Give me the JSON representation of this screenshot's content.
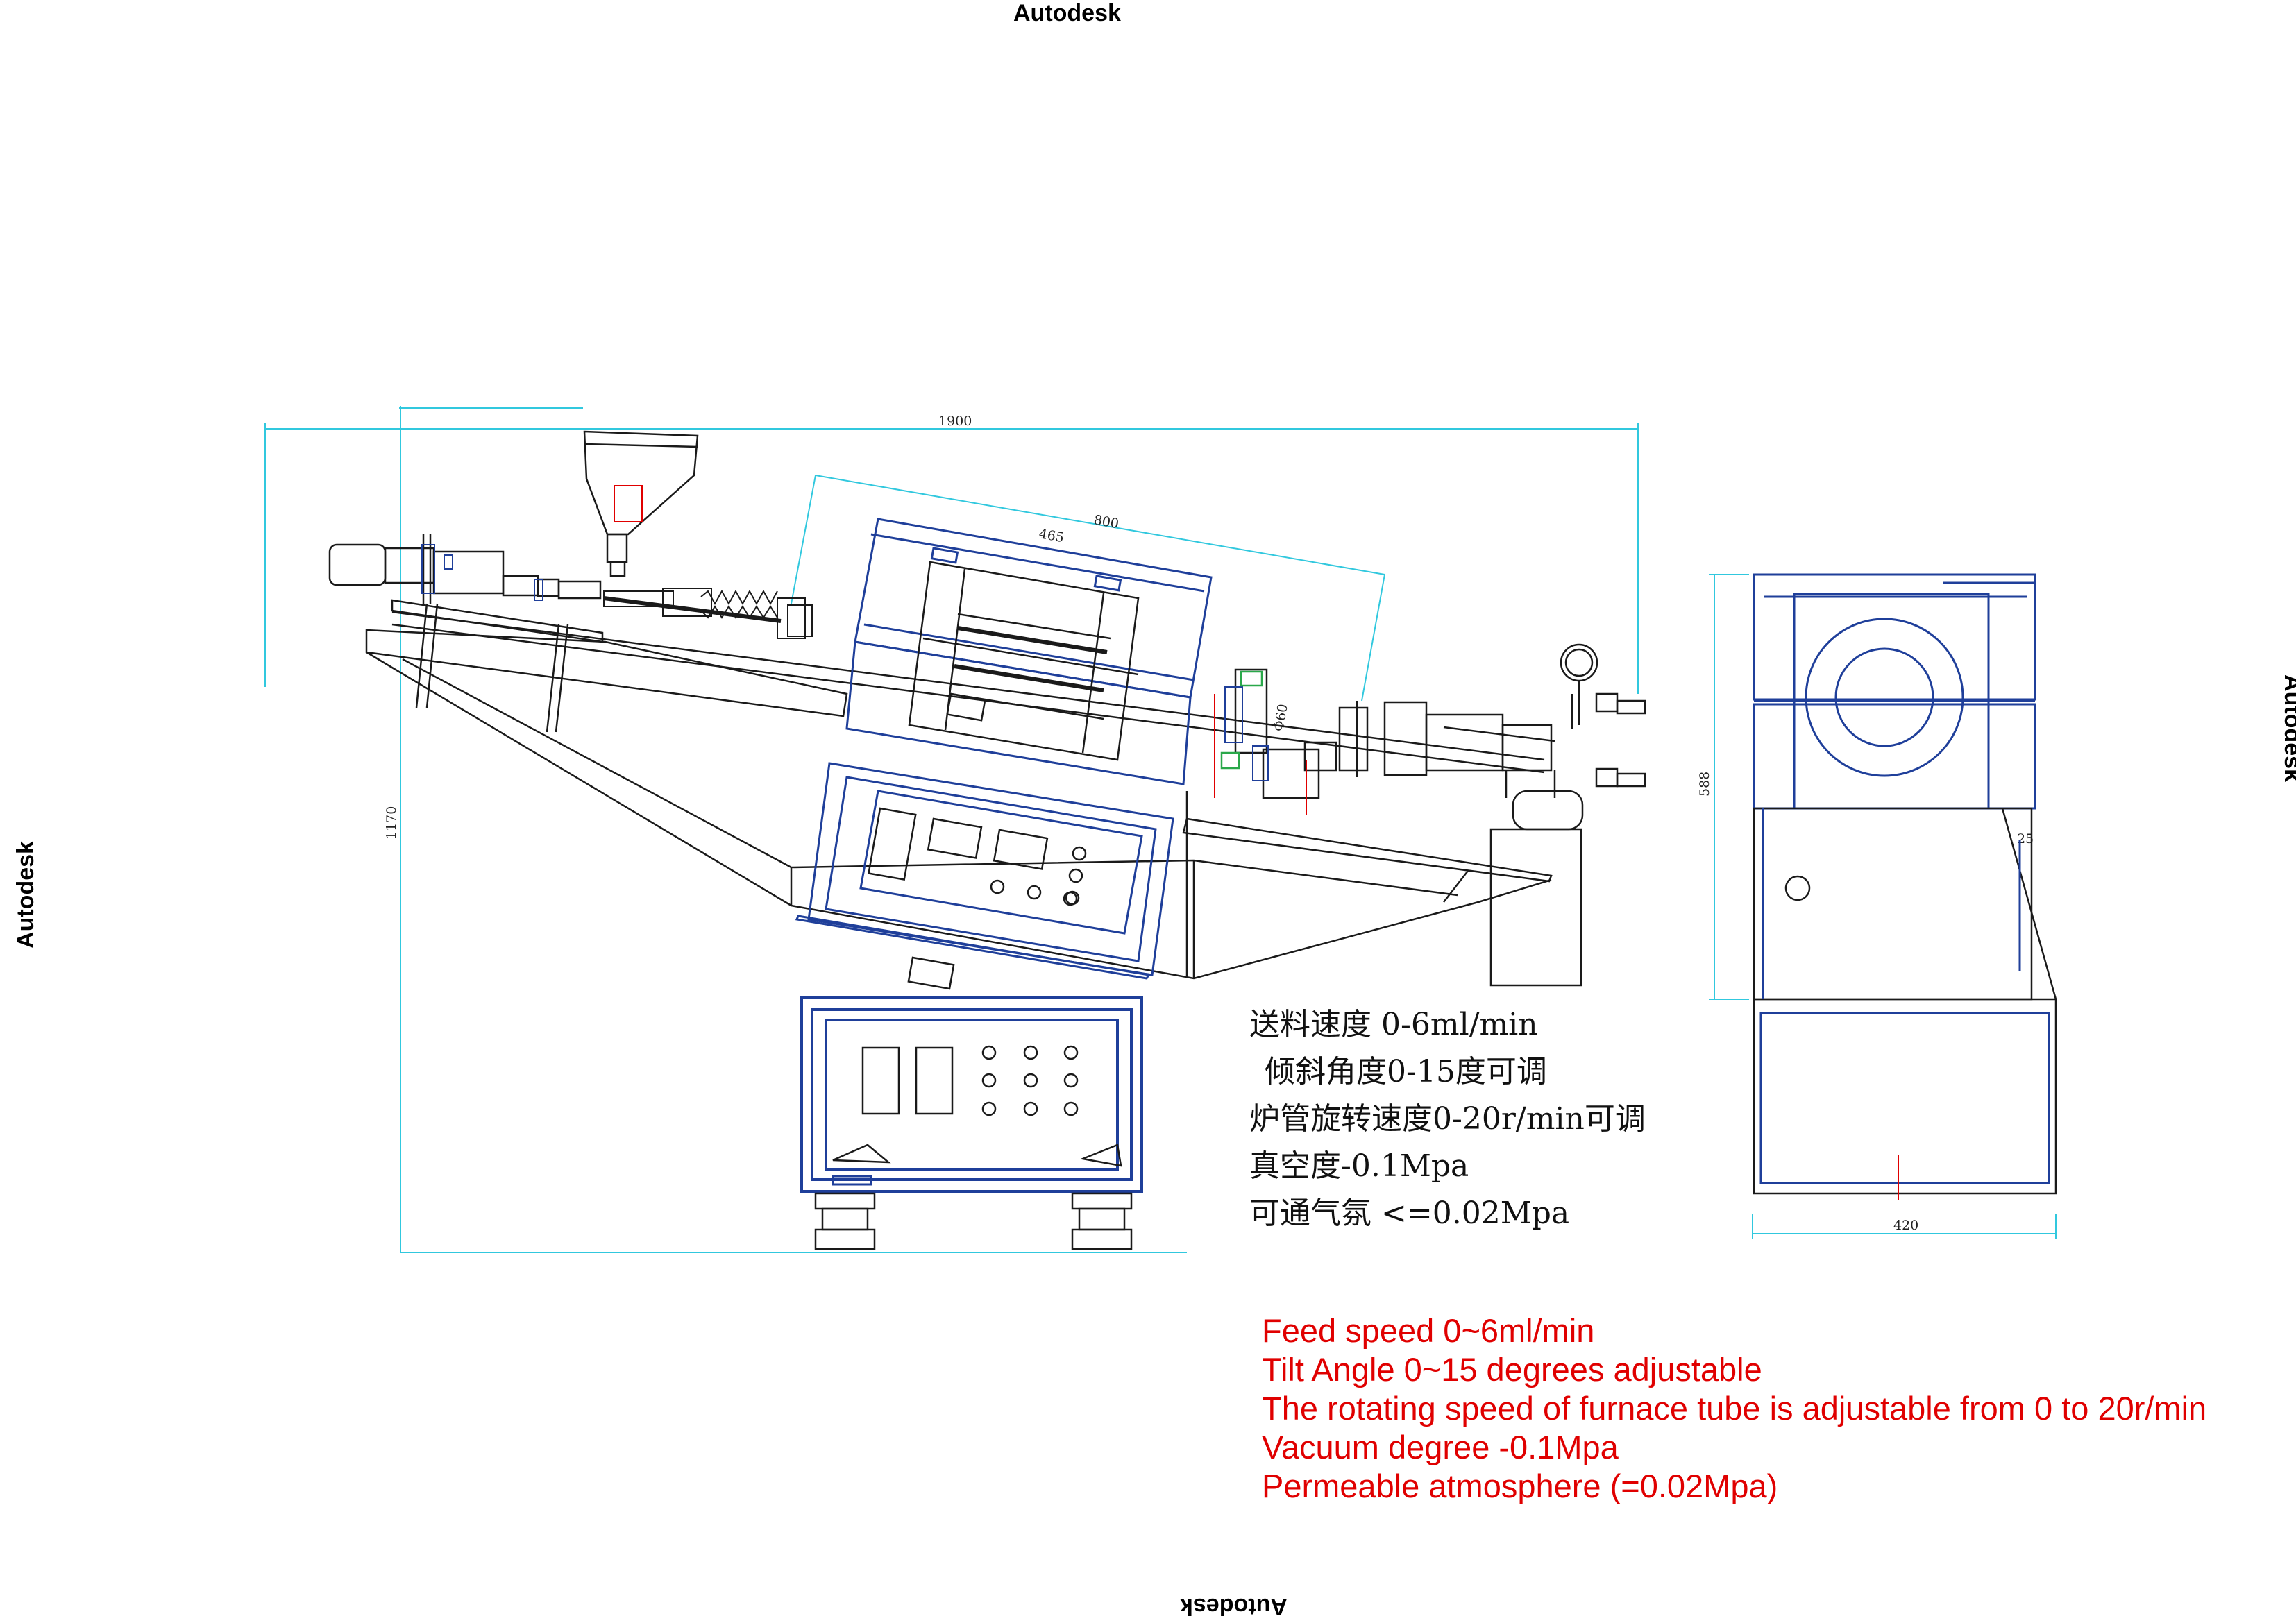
{
  "watermarks": {
    "top": "Autodesk",
    "bottom": "Autodesk",
    "left": "Autodesk",
    "right": "Autodesk"
  },
  "dimensions": {
    "overall_length": "1900",
    "tube_length": "800",
    "chamber_length": "465",
    "height": "1170",
    "tube_diameter": "Φ60",
    "side_height": "588",
    "side_width": "420",
    "small_dim": "25"
  },
  "specs_cn": [
    "送料速度 0-6ml/min",
    "倾斜角度0-15度可调",
    "炉管旋转速度0-20r/min可调",
    "真空度-0.1Mpa",
    "可通气氛 <=0.02Mpa"
  ],
  "specs_en": [
    "Feed speed 0~6ml/min",
    "Tilt Angle 0~15 degrees adjustable",
    "The rotating speed of furnace tube is adjustable from 0 to 20r/min",
    "Vacuum degree -0.1Mpa",
    "Permeable atmosphere (=0.02Mpa)"
  ],
  "colors": {
    "outline": "#1a1a1a",
    "equipment_blue": "#1f3f9a",
    "dimension_cyan": "#31c8de",
    "spec_red": "#e00000"
  }
}
